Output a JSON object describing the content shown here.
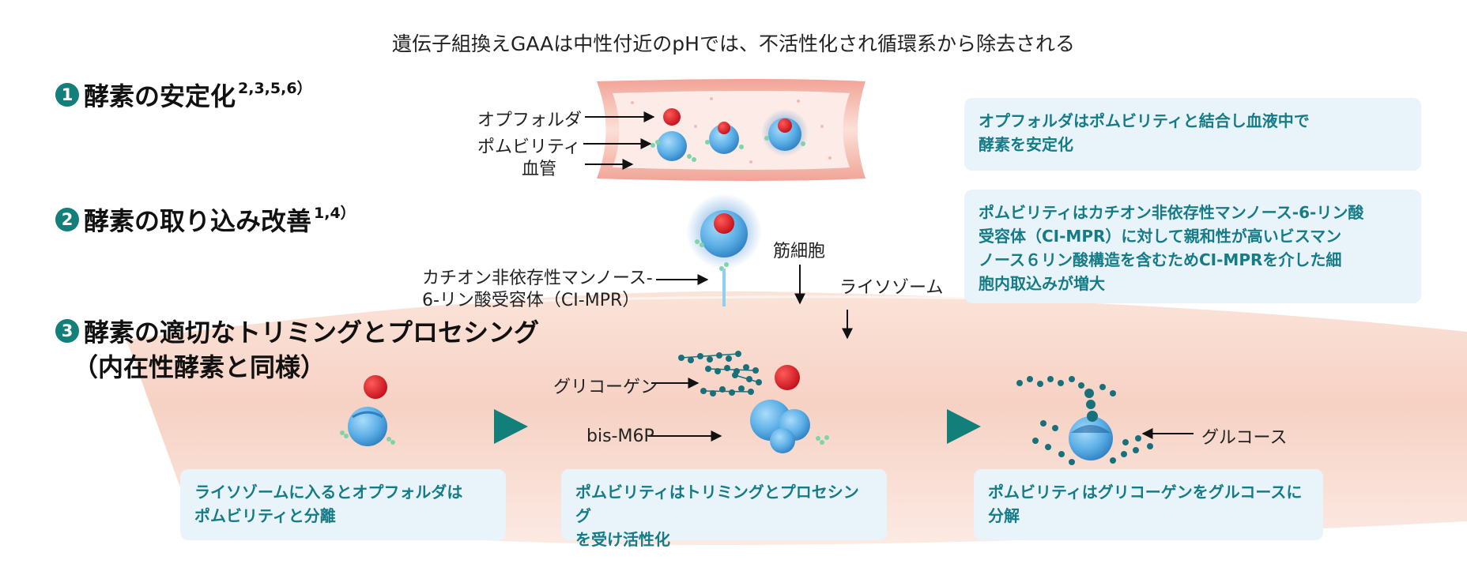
{
  "title": "遺伝子組換えGAAは中性付近のpHでは、不活性化され循環系から除去される",
  "sections": [
    {
      "num": "❶",
      "text": "酵素の安定化",
      "refs": "2,3,5,6）"
    },
    {
      "num": "❷",
      "text": "酵素の取り込み改善",
      "refs": "1,4）"
    },
    {
      "num": "❸",
      "text": "酵素の適切なトリミングとプロセシング",
      "subtext": "（内在性酵素と同様）"
    }
  ],
  "labels": {
    "opfolda": "オプフォルダ",
    "pombiliti": "ポムビリティ",
    "vessel": "血管",
    "cimpr_1": "カチオン非依存性マンノース-",
    "cimpr_2": "6-リン酸受容体（CI-MPR）",
    "muscle": "筋細胞",
    "lysosome": "ライソゾーム",
    "glycogen": "グリコーゲン",
    "bism6p": "bis-M6P",
    "glucose": "グルコース"
  },
  "boxes": {
    "box1": [
      "オプフォルダはポムビリティと結合し血液中で",
      "酵素を安定化"
    ],
    "box2": [
      "ポムビリティはカチオン非依存性マンノース-6-リン酸",
      "受容体（CI-MPR）に対して親和性が高いビスマン",
      "ノース６リン酸構造を含むためCI-MPRを介した細",
      "胞内取込みが増大"
    ],
    "step1": [
      "ライソゾームに入るとオプフォルダは",
      "ポムビリティと分離"
    ],
    "step2": [
      "ポムビリティはトリミングとプロセシング",
      "を受け活性化"
    ],
    "step3": [
      "ポムビリティはグリコーゲンをグルコースに",
      "分解"
    ]
  },
  "colors": {
    "teal": "#157b86",
    "enzyme_blue": "#5aaee6",
    "stabilizer_red": "#d8141f",
    "vessel_pink": "#f6c8bd",
    "box_bg": "#e9f3fa",
    "glycogen": "#17707a"
  }
}
